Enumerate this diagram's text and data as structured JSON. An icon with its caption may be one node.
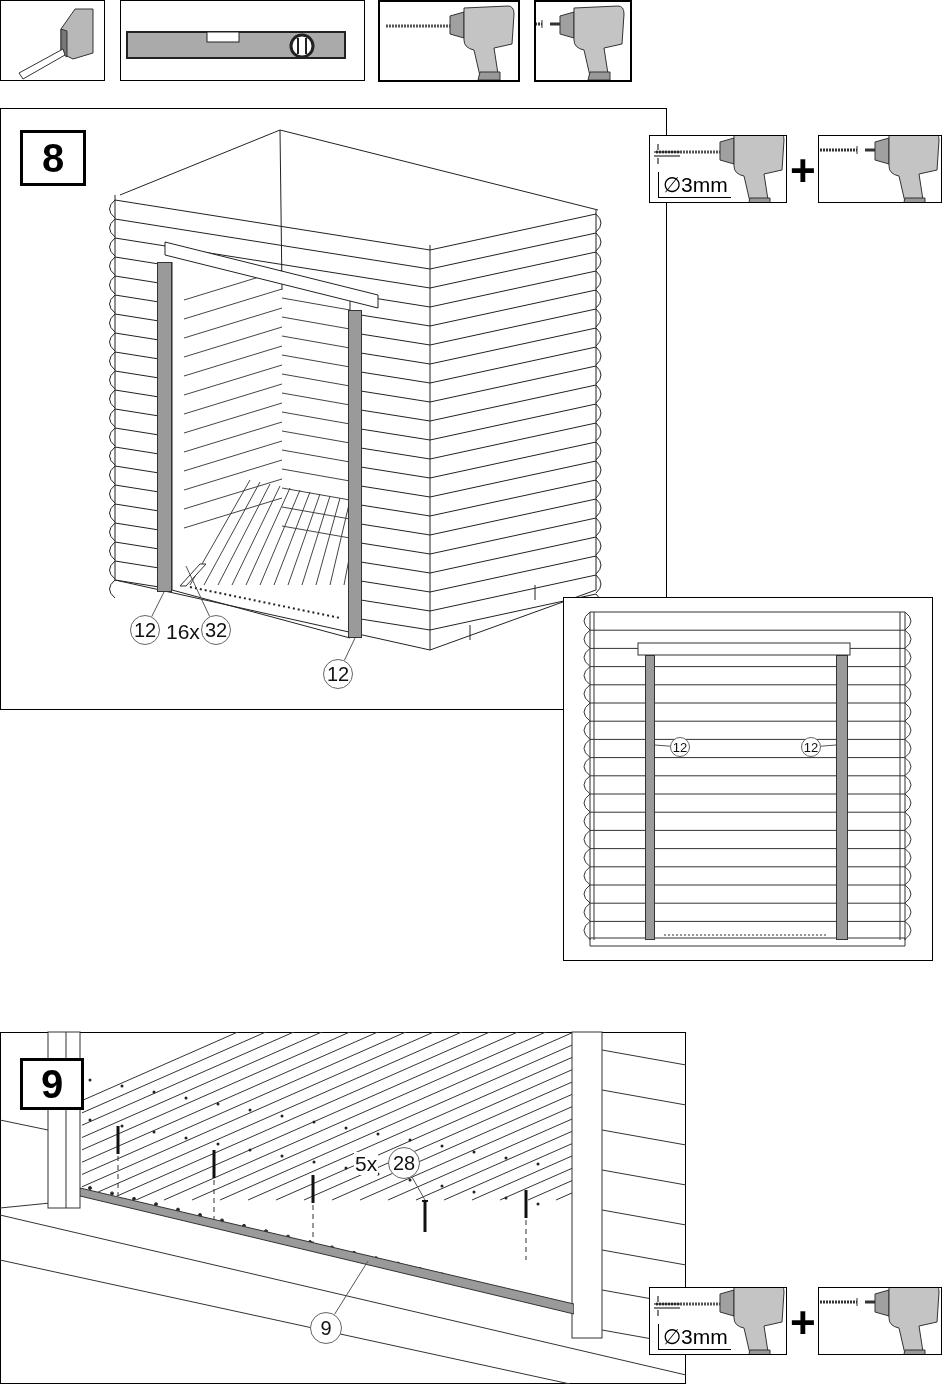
{
  "diagram": {
    "nodes": [
      {
        "text": [
          "8"
        ]
      },
      {
        "text": [
          "12"
        ]
      },
      {
        "text": [
          "32"
        ],
        "beside": [
          "16x"
        ]
      },
      {
        "text": [
          "12"
        ]
      },
      {
        "text": [
          "12"
        ]
      },
      {
        "text": [
          "12"
        ]
      },
      {
        "text": [
          "9"
        ]
      },
      {
        "text": [
          "28"
        ],
        "beside": [
          "5x"
        ]
      },
      {
        "text": [
          "9"
        ]
      },
      {
        "text": [],
        "shape": "bar"
      },
      {
        "text": [],
        "shape": "box"
      },
      {
        "text": [],
        "shape": "bar"
      },
      {
        "text": [],
        "shape": "bar"
      },
      {
        "text": [],
        "shape": "bar"
      },
      {
        "text": [],
        "shape": "bar"
      },
      {
        "text": [],
        "shape": "bar"
      }
    ],
    "edges": [
      {
        "from": 1,
        "to": 9,
        "arrow": "none"
      },
      {
        "from": 2,
        "to": 10,
        "arrow": "none"
      },
      {
        "from": 3,
        "to": 11,
        "arrow": "none"
      },
      {
        "from": 4,
        "to": 12,
        "arrow": "none"
      },
      {
        "from": 5,
        "to": 13,
        "arrow": "none"
      },
      {
        "from": 7,
        "to": 14,
        "arrow": "none"
      },
      {
        "from": 8,
        "to": 15,
        "arrow": "none"
      }
    ],
    "labels": [
      "∅3mm",
      "+",
      "∅3mm",
      "+"
    ]
  }
}
